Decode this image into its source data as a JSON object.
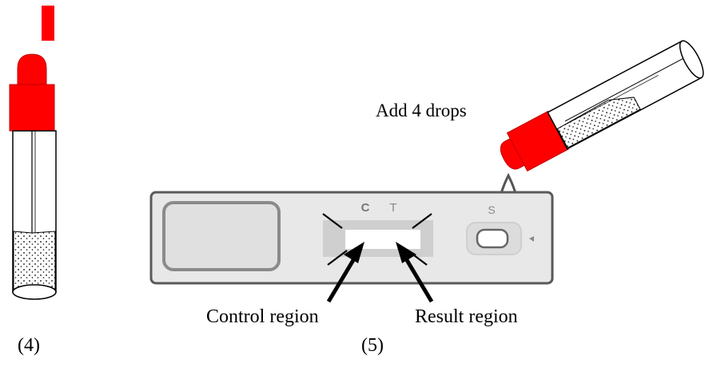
{
  "labels": {
    "add_drops": "Add 4 drops",
    "control_region": "Control region",
    "result_region": "Result region",
    "step_4": "(4)",
    "step_5": "(5)"
  },
  "cassette": {
    "c_mark": "C",
    "t_mark": "T",
    "s_mark": "S"
  },
  "colors": {
    "cap": "#ff0000",
    "cap_dark": "#c80000",
    "outline": "#000000",
    "cassette_fill": "#e8e8e8",
    "cassette_border": "#5a5a5a",
    "window_fill": "#cfcfcf"
  }
}
